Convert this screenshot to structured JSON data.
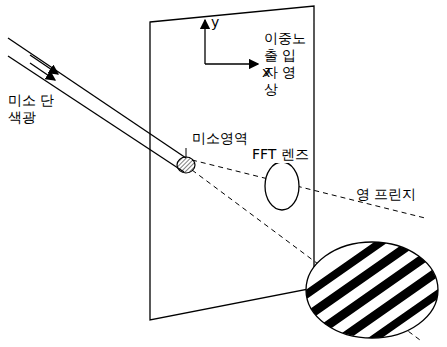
{
  "diagram": {
    "labels": [
      "y",
      "x",
      "이중노출 입자 영상",
      "미소 단색광",
      "미소영역",
      "FFT 렌즈",
      "영 프린지"
    ]
  }
}
